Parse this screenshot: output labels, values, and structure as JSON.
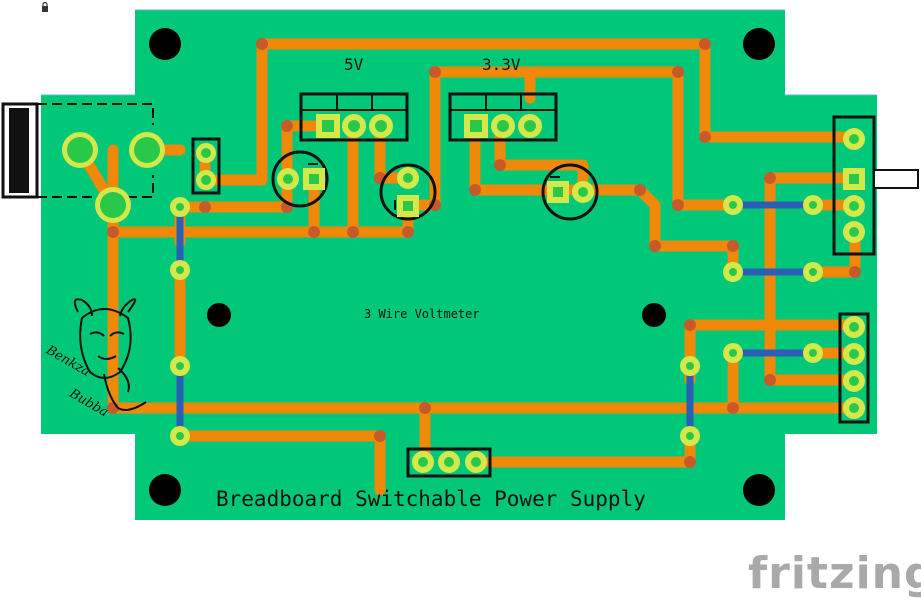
{
  "board": {
    "title": "Breadboard Switchable Power Supply",
    "label_5v": "5V",
    "label_33v": "3.3V",
    "label_voltmeter": "3 Wire Voltmeter",
    "logo_text_1": "Benkza",
    "logo_text_2": "Bubba"
  },
  "brand": {
    "name": "fritzing"
  },
  "colors": {
    "pcb": "#00c878",
    "trace": "#f0880a",
    "jumper": "#2a5fb5",
    "pad": "#d4e84a",
    "pad_inner": "#f0f060",
    "outline": "#111111",
    "brand_text": "#a9a9a9"
  },
  "icons": {
    "lock": "lock-icon",
    "mounting_hole": "mounting-hole",
    "logo": "devil-face-logo"
  }
}
